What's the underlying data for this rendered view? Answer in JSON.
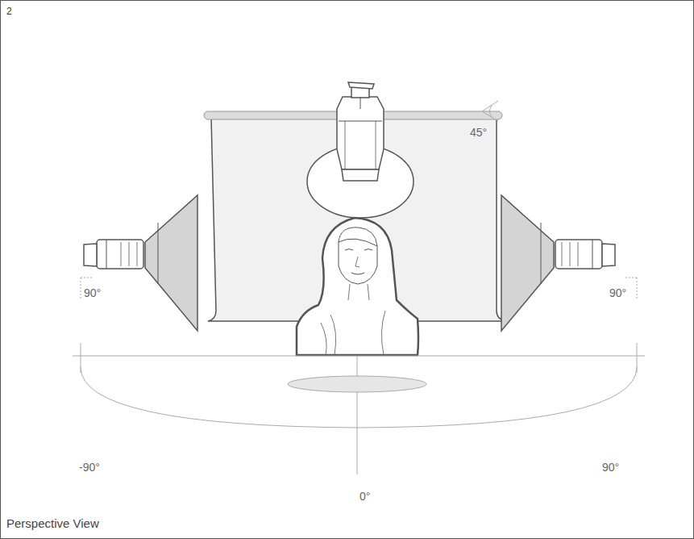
{
  "diagram": {
    "caption": "Perspective View",
    "labels": [
      "2",
      "45°",
      "90°",
      "90°",
      "-90°",
      "90°",
      "0°"
    ]
  }
}
